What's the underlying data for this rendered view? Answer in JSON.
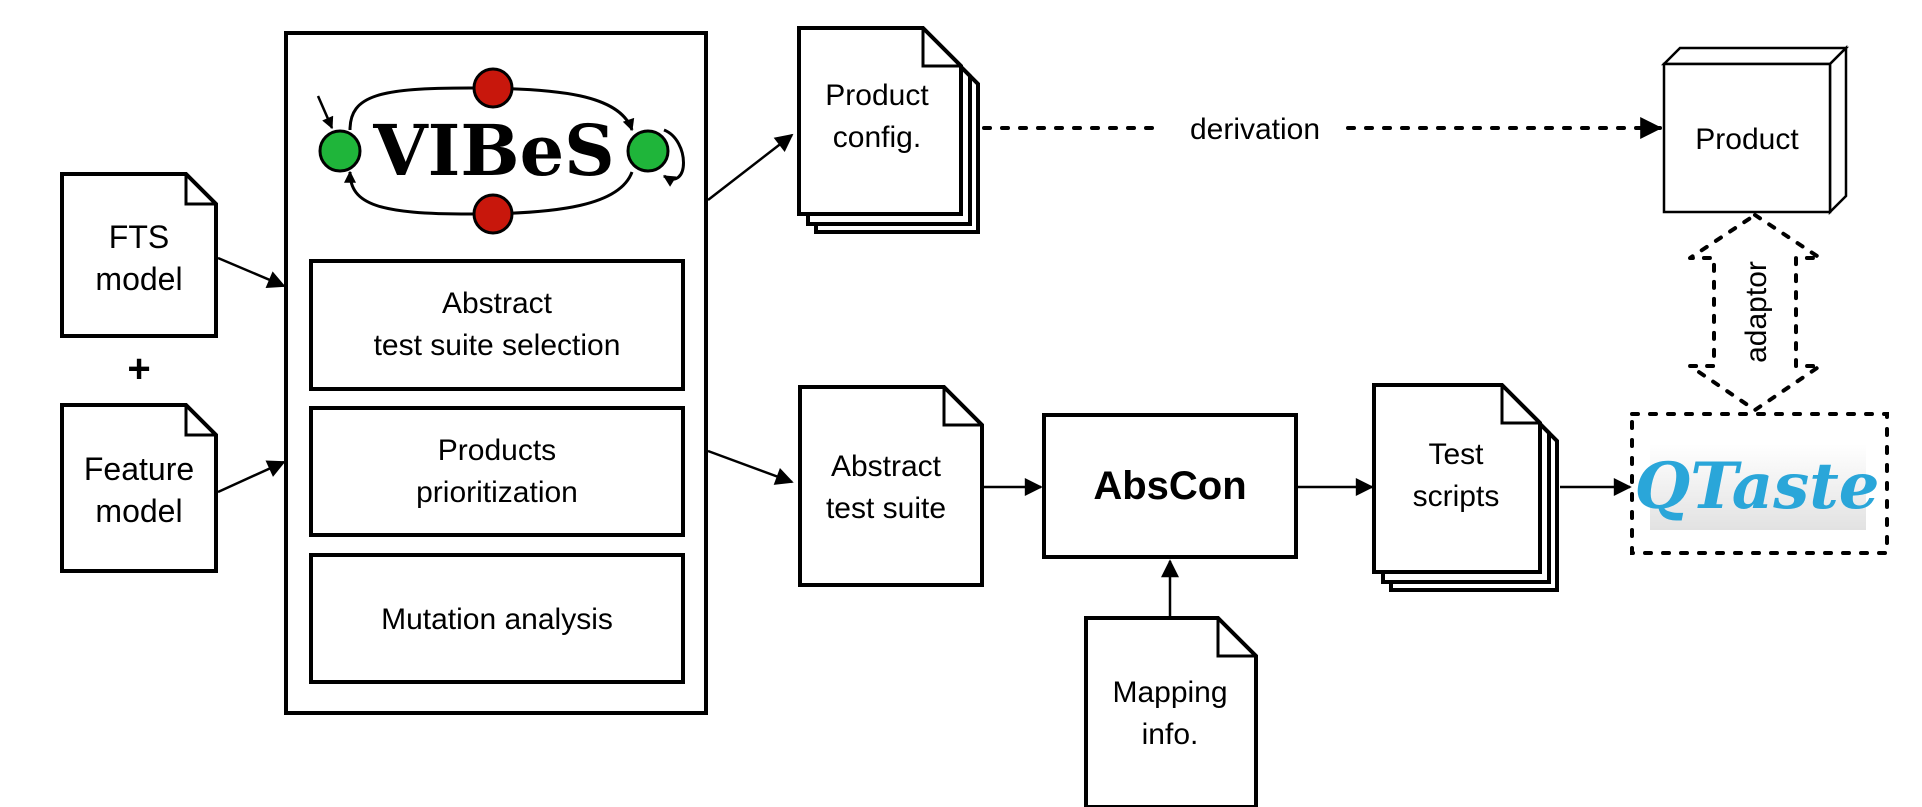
{
  "inputs": {
    "fts_model": [
      "FTS",
      "model"
    ],
    "plus": "+",
    "feature_model": [
      "Feature",
      "model"
    ]
  },
  "vibes": {
    "logo_text": "VIBeS",
    "modules": {
      "selection": [
        "Abstract",
        "test suite selection"
      ],
      "prioritization": [
        "Products",
        "prioritization"
      ],
      "mutation": [
        "Mutation analysis"
      ]
    }
  },
  "outputs": {
    "product_config": [
      "Product",
      "config."
    ],
    "derivation": "derivation",
    "product": "Product",
    "adaptor": "adaptor",
    "abstract_suite": [
      "Abstract",
      "test suite"
    ],
    "abscon": "AbsCon",
    "mapping_info": [
      "Mapping",
      "info."
    ],
    "test_scripts": [
      "Test",
      "scripts"
    ],
    "qtaste": "QTaste"
  },
  "colors": {
    "line": "#000000",
    "state_green": "#1fb53a",
    "state_red": "#c8170c",
    "qtaste_blue": "#2aa6d9"
  }
}
